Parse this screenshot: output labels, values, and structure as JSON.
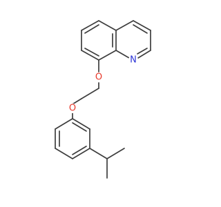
{
  "molecule": {
    "atoms": {
      "oxygen_upper": "O",
      "oxygen_lower": "O",
      "nitrogen": "N"
    },
    "colors": {
      "bond": "#3d3d3d",
      "oxygen": "#e8392b",
      "nitrogen": "#2b33d6"
    }
  }
}
